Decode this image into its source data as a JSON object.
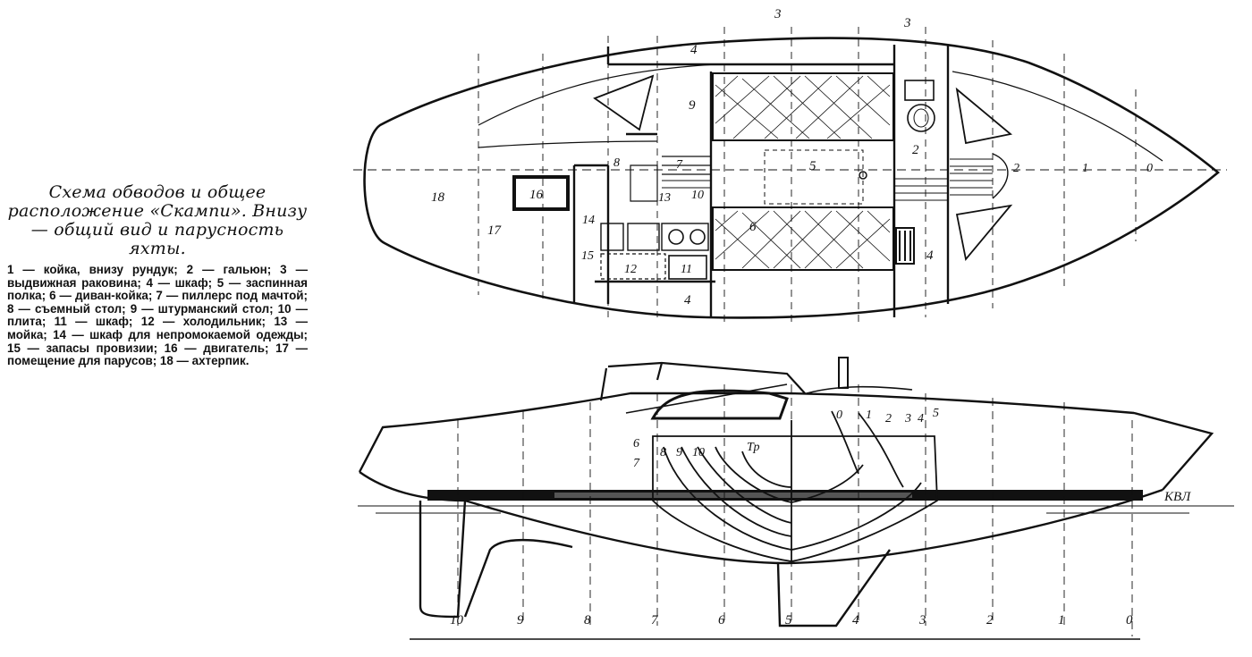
{
  "caption": {
    "title": "Схема обводов и общее расположение «Скампи». Внизу — общий вид и парусность яхты.",
    "legend": "1 — койка, внизу рундук; 2 — гальюн; 3 — выдвижная раковина; 4 — шкаф; 5 — заспинная полка; 6 — диван-койка; 7 — пиллерс под мачтой; 8 — съемный стол; 9 — штурманский стол; 10 — плита; 11 — шкаф; 12 — холодильник; 13 — мойка; 14 — шкаф для непромокаемой одежды; 15 — запасы провизии; 16 — двигатель; 17 — помещение для парусов; 18 — ахтерпик."
  },
  "plan": {
    "labels": {
      "l18": "18",
      "l17": "17",
      "l16": "16",
      "l14": "14",
      "l15": "15",
      "l12": "12",
      "l11": "11",
      "l13": "13",
      "l10": "10",
      "l9": "9",
      "l8": "8",
      "l7": "7",
      "l6": "6",
      "l5": "5",
      "l4": "4",
      "l3": "3",
      "l2": "2",
      "l1": "1",
      "l0": "0"
    }
  },
  "profile": {
    "kvl": "КВЛ",
    "tr": "Тр",
    "section_labels": {
      "s0": "0",
      "s1": "1",
      "s2": "2",
      "s3": "3",
      "s4": "4",
      "s5": "5",
      "s6": "6",
      "s7": "7",
      "s8": "8",
      "s9": "9",
      "s10": "10"
    },
    "stations": [
      "10",
      "9",
      "8",
      "7",
      "6",
      "5",
      "4",
      "3",
      "2",
      "1",
      "0"
    ]
  }
}
